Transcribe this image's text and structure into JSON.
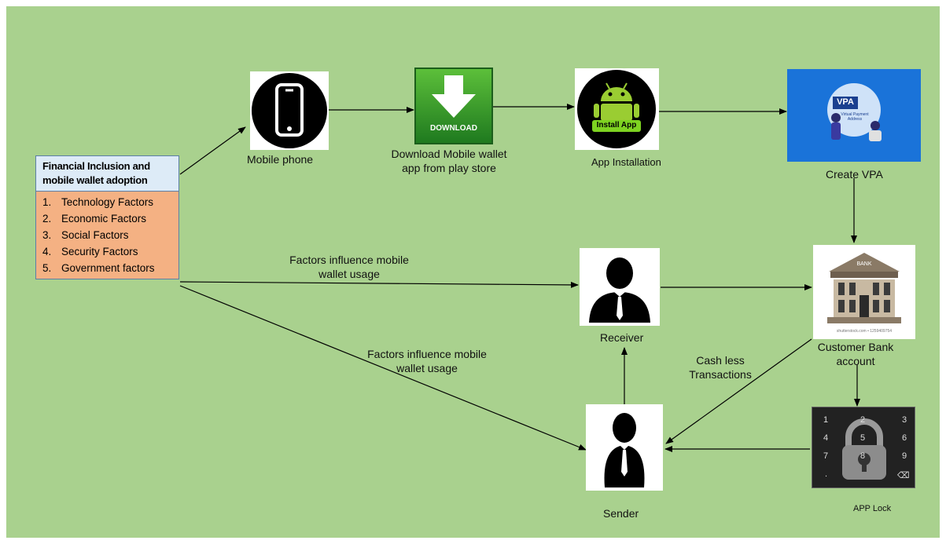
{
  "factors_box": {
    "title": "Financial Inclusion and mobile wallet adoption",
    "items": [
      {
        "num": "1.",
        "text": "Technology Factors"
      },
      {
        "num": "2.",
        "text": "Economic Factors"
      },
      {
        "num": "3.",
        "text": "Social Factors"
      },
      {
        "num": "4.",
        "text": "Security Factors"
      },
      {
        "num": "5.",
        "text": "Government factors"
      }
    ]
  },
  "nodes": {
    "mobile_phone": "Mobile phone",
    "download": "Download Mobile wallet app from play store",
    "download_badge": "DOWNLOAD",
    "install": "App Installation",
    "install_badge": "Install App",
    "vpa": "Create VPA",
    "vpa_badge": "VPA",
    "vpa_small": "Virtual Payment Address",
    "receiver": "Receiver",
    "bank": "Customer Bank account",
    "bank_sign": "BANK",
    "bank_watermark": "shutterstock.com • 1259409754",
    "sender": "Sender",
    "app_lock": "APP Lock",
    "keypad": [
      "1",
      "2",
      "3",
      "4",
      "5",
      "6",
      "7",
      "8",
      "9",
      "."
    ]
  },
  "edge_labels": {
    "factors_top": "Factors influence mobile wallet usage",
    "factors_bottom": "Factors influence mobile wallet usage",
    "cashless": "Cash less Transactions"
  },
  "colors": {
    "background": "#a9d18e",
    "factor_header": "#ddebf7",
    "factor_list": "#f4b183",
    "download_green": "#2e9b2e",
    "android_green": "#9acd32",
    "vpa_blue": "#1a73d9"
  }
}
